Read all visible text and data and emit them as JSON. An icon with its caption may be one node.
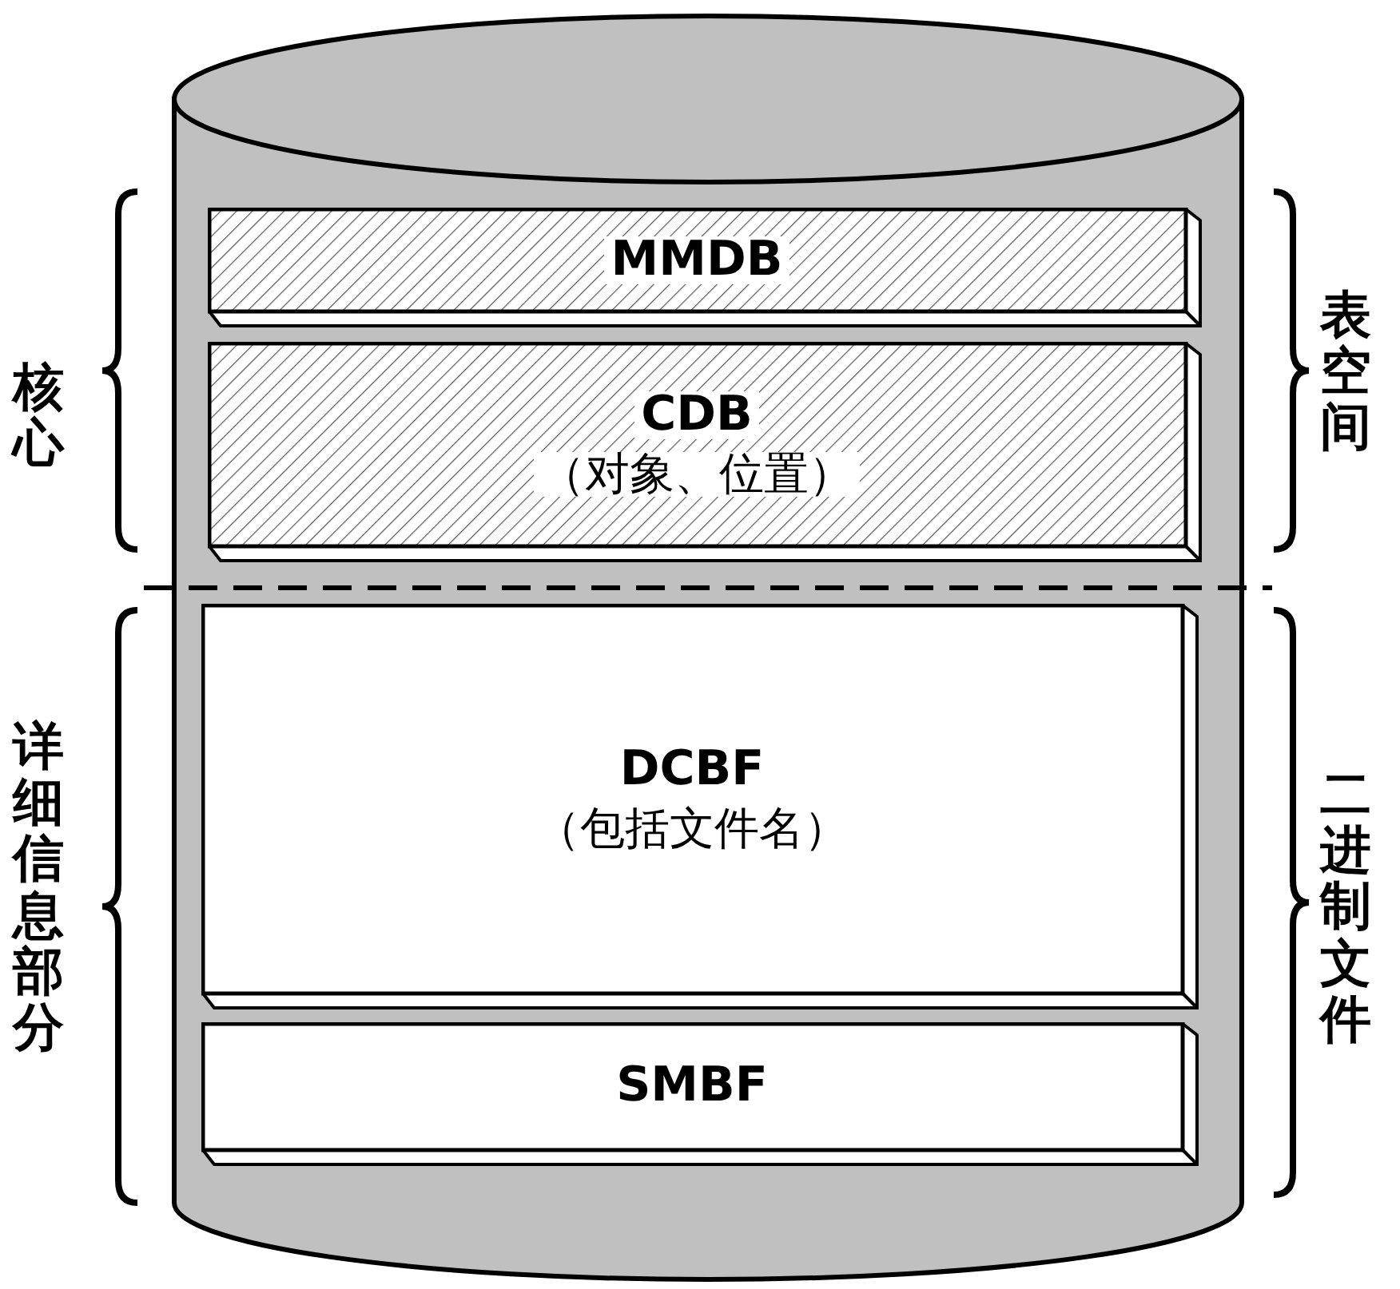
{
  "diagram": {
    "nodes": [
      {
        "text": [],
        "shape": "cylinder"
      },
      {
        "text": [
          "MMDB"
        ],
        "in": 0
      },
      {
        "text": [
          "CDB",
          "（对象、位置）"
        ],
        "in": 0
      },
      {
        "text": [
          "DCBF",
          "（包括文件名）"
        ],
        "in": 0
      },
      {
        "text": [
          "SMBF"
        ],
        "in": 0
      }
    ],
    "edges": [],
    "labels": [
      "核心",
      "表空间",
      "详细信息部分",
      "二进制文件"
    ]
  }
}
